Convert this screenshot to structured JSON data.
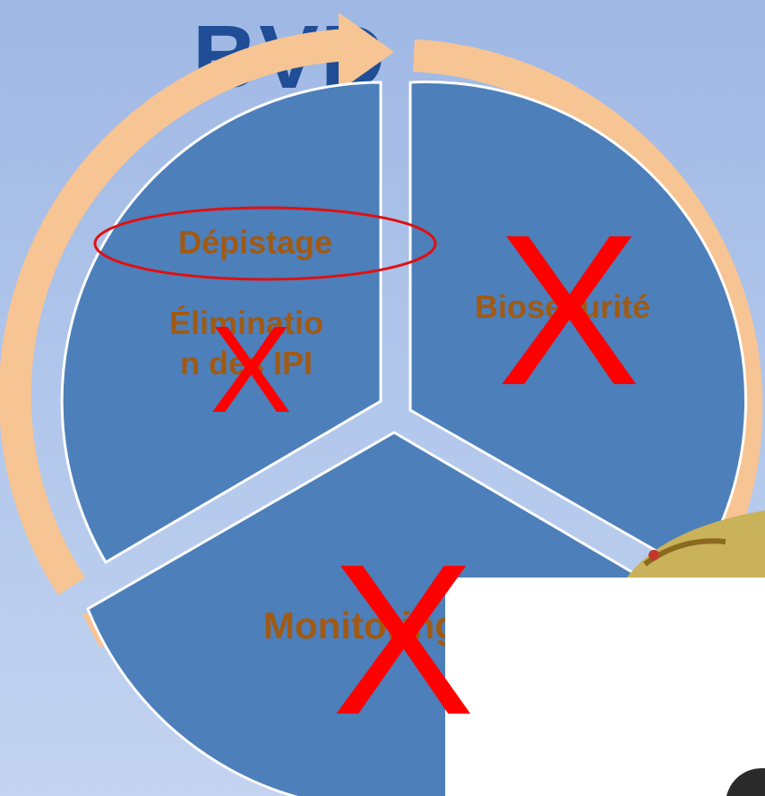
{
  "title": "BVD",
  "segments": {
    "top_left": {
      "line1": "Dépistage",
      "line2": "Éliminatio",
      "line3": "n des IPI"
    },
    "right": {
      "label": "Biosécurité"
    },
    "bottom": {
      "label": "Monitoring"
    }
  },
  "marks": {
    "cross": "X"
  },
  "colors": {
    "background": "#a9c0e8",
    "segment_fill": "#4d7fba",
    "arrow": "#f7c494",
    "label": "#a05a14",
    "cross": "#ff0000",
    "highlight_ellipse": "#e01010",
    "title": "#1f4e96"
  }
}
